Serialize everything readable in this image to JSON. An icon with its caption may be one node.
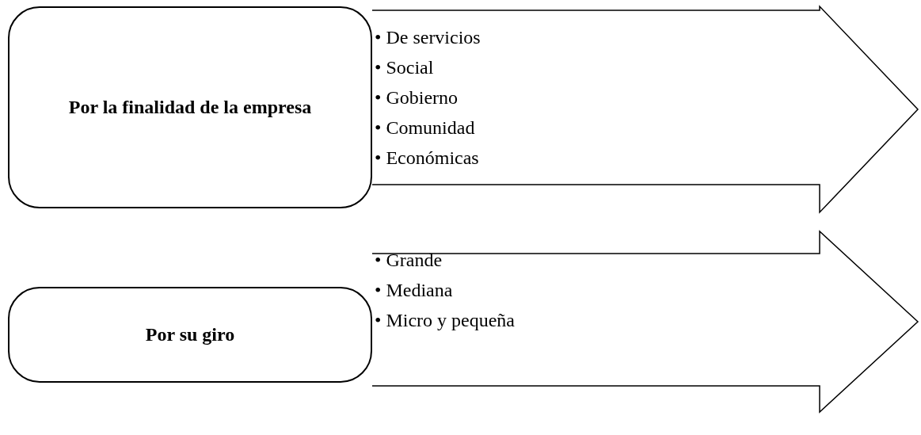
{
  "diagram": {
    "nodes": [
      {
        "text": [
          "Por la finalidad de la empresa"
        ]
      },
      {
        "text": [
          "• De servicios",
          "• Social",
          "• Gobierno",
          "• Comunidad",
          "• Económicas"
        ]
      },
      {
        "text": [
          "Por su giro"
        ]
      },
      {
        "text": [
          "• Grande",
          "• Mediana",
          "• Micro y pequeña"
        ]
      }
    ]
  }
}
